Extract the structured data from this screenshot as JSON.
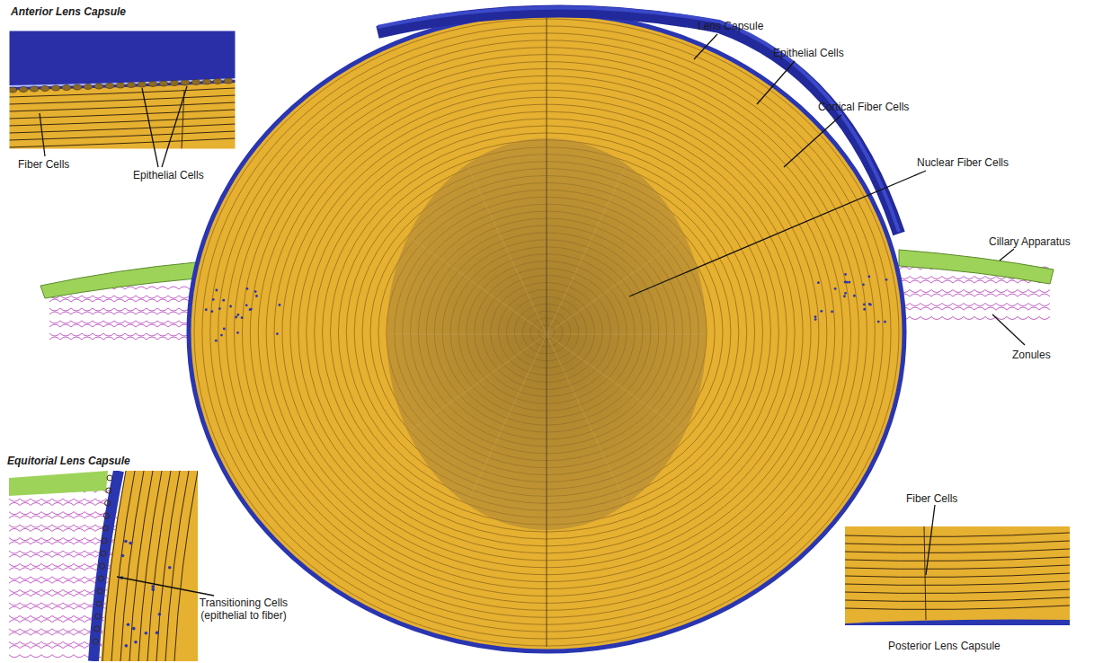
{
  "diagram": {
    "labels": [
      "Anterior Lens Capsule",
      "Fiber Cells",
      "Epithelial Cells",
      "Lens Capsule",
      "Epithelial Cells",
      "Cortical Fiber Cells",
      "Nuclear Fiber Cells",
      "Cillary Apparatus",
      "Zonules",
      "Equitorial Lens Capsule",
      "Transitioning Cells (epithelial to fiber)",
      "Fiber Cells",
      "Posterior Lens Capsule"
    ]
  }
}
